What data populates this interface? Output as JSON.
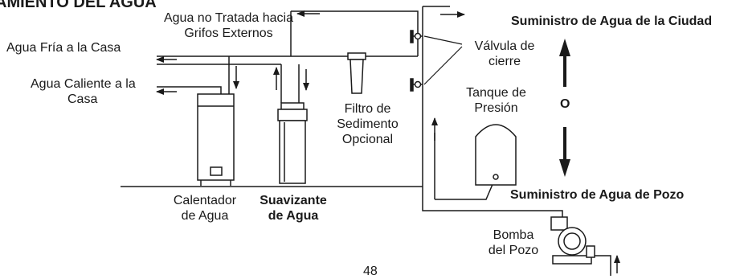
{
  "diagram": {
    "heading": "AMIENTO DEL AGUA",
    "labels": {
      "untreated_line1": "Agua no Tratada hacia",
      "untreated_line2": "Grifos Externos",
      "cold_water": "Agua Fría a la Casa",
      "hot_water_line1": "Agua Caliente a la",
      "hot_water_line2": "Casa",
      "city_supply": "Suministro de Agua de la Ciudad",
      "shutoff_line1": "Válvula de",
      "shutoff_line2": "cierre",
      "or": "O",
      "tank_line1": "Tanque de",
      "tank_line2": "Presión",
      "filter_line1": "Filtro de",
      "filter_line2": "Sedimento",
      "filter_line3": "Opcional",
      "heater_line1": "Calentador",
      "heater_line2": "de Agua",
      "softener_line1": "Suavizante",
      "softener_line2": "de Agua",
      "well_supply": "Suministro de Agua de Pozo",
      "pump_line1": "Bomba",
      "pump_line2": "del Pozo"
    },
    "page_number": "48"
  }
}
